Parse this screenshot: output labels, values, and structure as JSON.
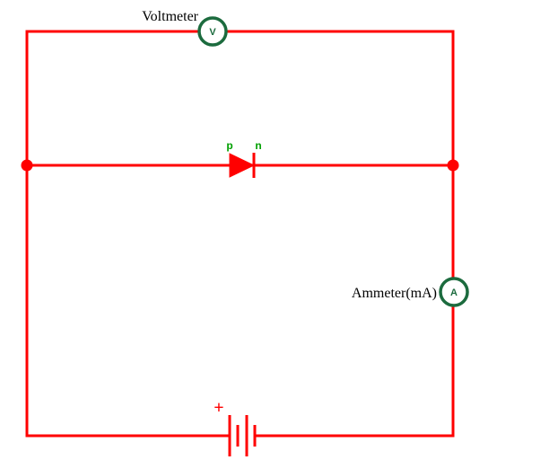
{
  "figure": {
    "kind": "pn-junction diode measurement circuit diagram",
    "colors": {
      "bg": "#ffffff",
      "wire": "#ff0000",
      "ring": "#1c6b3e",
      "letter": "#1c6b3e",
      "pn": "#00a000",
      "label": "#000000"
    }
  },
  "components": {
    "voltmeter": {
      "label": "Voltmeter",
      "symbol": "V"
    },
    "ammeter": {
      "label": "Ammeter(mA)",
      "symbol": "A"
    },
    "diode": {
      "p": "p",
      "n": "n"
    },
    "battery": {
      "polarity": "+"
    }
  }
}
